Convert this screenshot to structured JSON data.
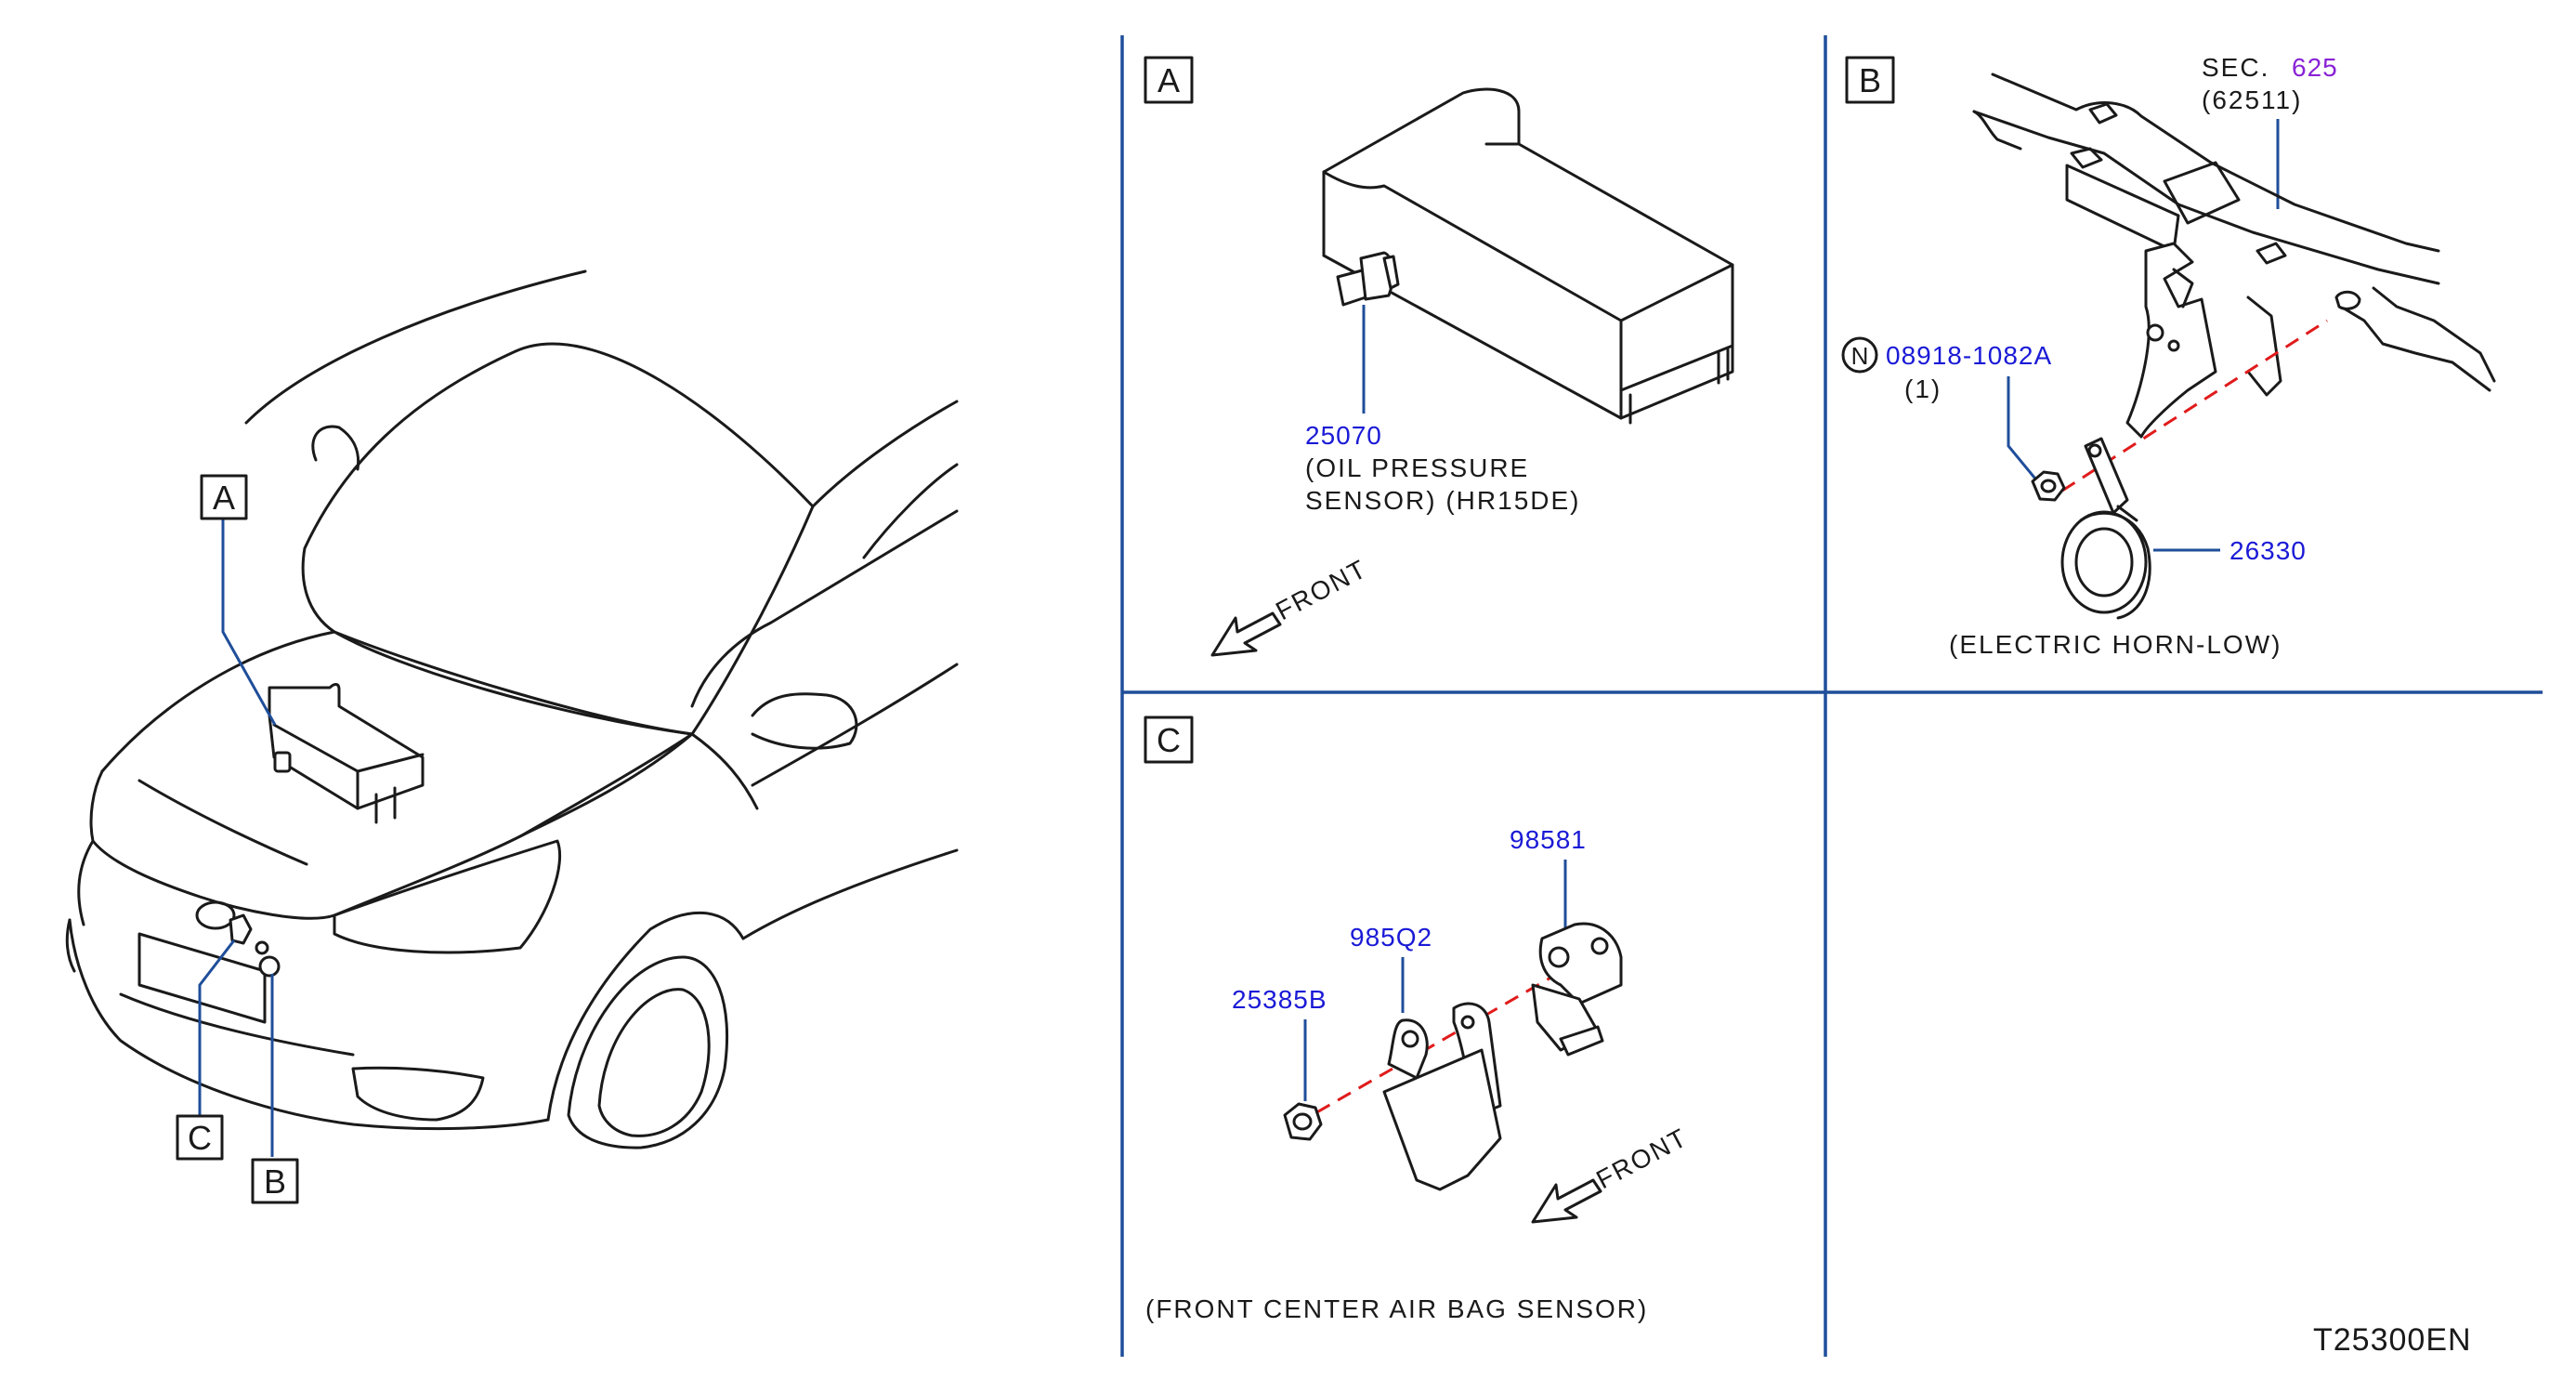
{
  "overview": {
    "callouts": [
      "A",
      "C",
      "B"
    ]
  },
  "panel_a": {
    "label": "A",
    "part_number": "25070",
    "desc_line1": "(OIL   PRESSURE",
    "desc_line2": "SENSOR)     (HR15DE)",
    "front": "FRONT"
  },
  "panel_b": {
    "label": "B",
    "sec_label": "SEC.",
    "sec_number": "625",
    "sec_sub": "(62511)",
    "nut_badge": "N",
    "nut_part": "08918-1082A",
    "nut_qty": "(1)",
    "horn_part": "26330",
    "caption": "(ELECTRIC   HORN-LOW)"
  },
  "panel_c": {
    "label": "C",
    "part_98581": "98581",
    "part_985q2": "985Q2",
    "part_25385b": "25385B",
    "front": "FRONT",
    "caption": "(FRONT   CENTER   AIR   BAG   SENSOR)"
  },
  "footer": {
    "diagram_id": "T25300EN"
  },
  "colors": {
    "divider": "#1f4e9a",
    "part_number": "#1a1ad6",
    "section_ref": "#8a22d6",
    "centerline": "#e01b1b"
  }
}
